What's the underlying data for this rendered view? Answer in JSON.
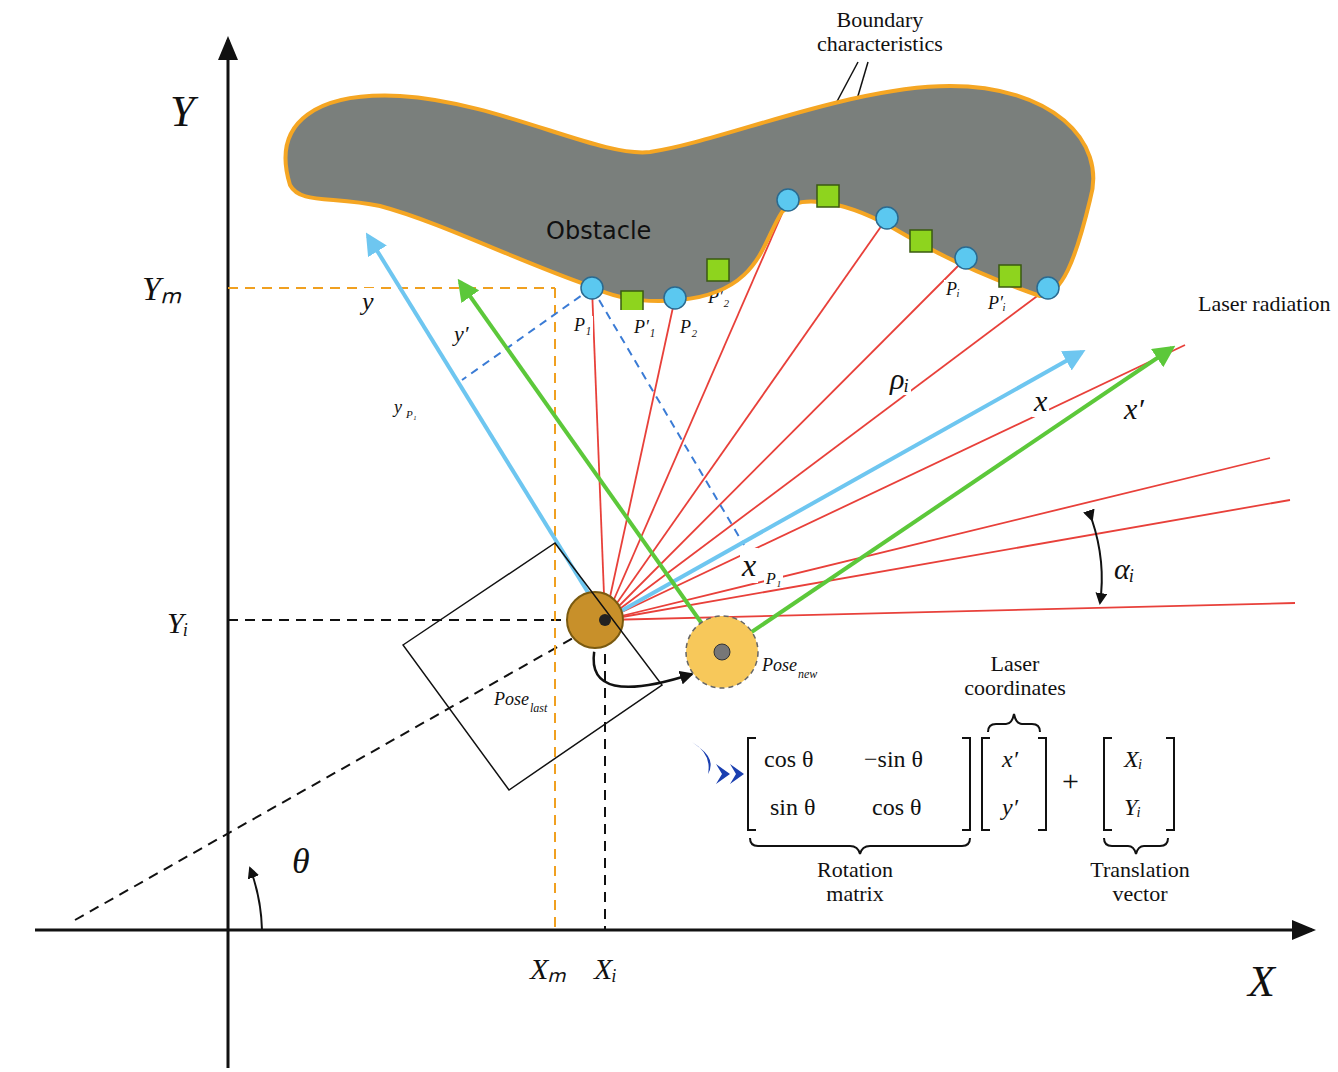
{
  "diagram": {
    "nodes": [
      {
        "text": [
          "Obstacle"
        ]
      },
      {
        "text": [
          "Pose",
          "last"
        ]
      },
      {
        "text": [
          "Pose",
          "new"
        ]
      }
    ],
    "edges": [
      {
        "from": 1,
        "to": 2,
        "arrow": "to"
      }
    ],
    "labels": [
      "Y",
      "X",
      "Yₘ",
      "Yᵢ",
      "Xₘ",
      "Xᵢ",
      "θ",
      "Boundary characteristics",
      "Laser radiation",
      "P₁",
      "P′₁",
      "P₂",
      "P′₂",
      "Pᵢ",
      "P′ᵢ",
      "ρᵢ",
      "x",
      "x′",
      "y",
      "y′",
      "x",
      "P₁",
      "y",
      "P₁",
      "αᵢ",
      "Laser coordinates",
      "cos θ",
      "−sin θ",
      "sin θ",
      "cos θ",
      "x′",
      "y′",
      "+",
      "Xᵢ",
      "Yᵢ",
      "Rotation matrix",
      "Translation vector"
    ]
  }
}
